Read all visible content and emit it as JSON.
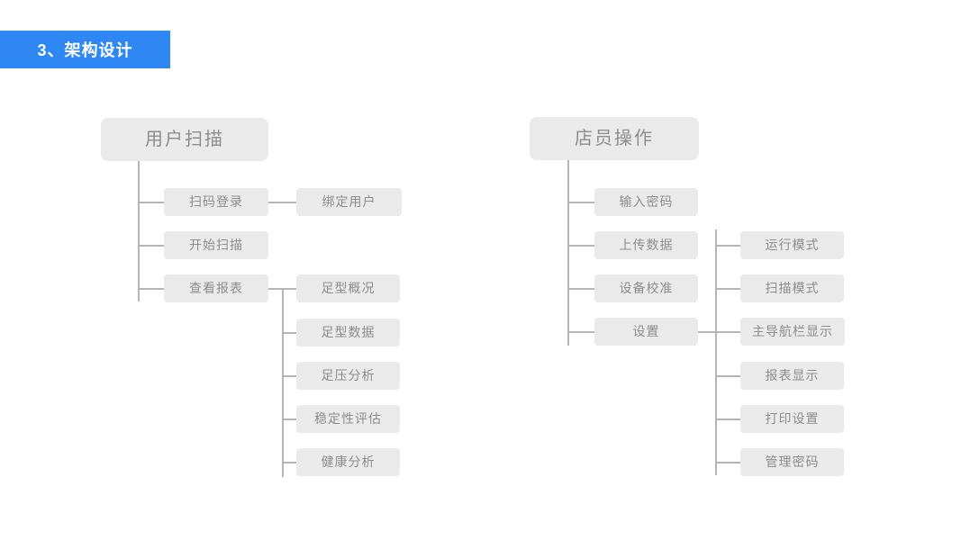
{
  "header": {
    "title": "3、架构设计"
  },
  "colors": {
    "accent_blue": "#2e87f2",
    "header_text": "#ffffff",
    "node_fill": "#eaeaea",
    "node_text": "#8c8c8c",
    "line": "#b5b5b5",
    "background": "#ffffff"
  },
  "trees": {
    "user_scan": {
      "root": "用户扫描",
      "children": [
        {
          "label": "扫码登录",
          "children": [
            {
              "label": "绑定用户"
            }
          ]
        },
        {
          "label": "开始扫描"
        },
        {
          "label": "查看报表",
          "children": [
            {
              "label": "足型概况"
            },
            {
              "label": "足型数据"
            },
            {
              "label": "足压分析"
            },
            {
              "label": "稳定性评估"
            },
            {
              "label": "健康分析"
            }
          ]
        }
      ]
    },
    "clerk_ops": {
      "root": "店员操作",
      "children": [
        {
          "label": "输入密码"
        },
        {
          "label": "上传数据"
        },
        {
          "label": "设备校准"
        },
        {
          "label": "设置",
          "children": [
            {
              "label": "运行模式"
            },
            {
              "label": "扫描模式"
            },
            {
              "label": "主导航栏显示"
            },
            {
              "label": "报表显示"
            },
            {
              "label": "打印设置"
            },
            {
              "label": "管理密码"
            }
          ]
        }
      ]
    }
  }
}
